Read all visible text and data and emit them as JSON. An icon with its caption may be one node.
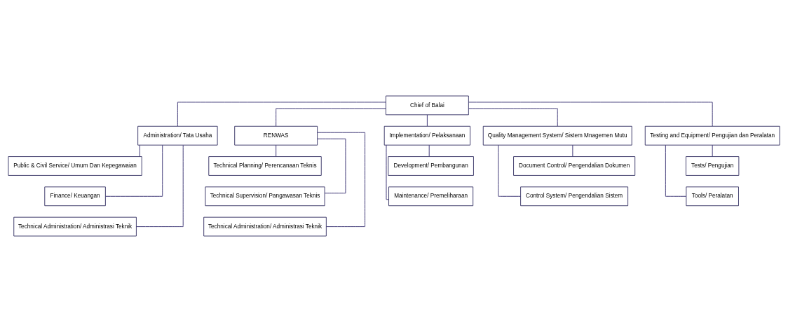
{
  "diagram": {
    "nodes": [
      {
        "text": [
          "Chief of Balai"
        ]
      },
      {
        "text": [
          "Administration/ Tata Usaha"
        ]
      },
      {
        "text": [
          "Public & Civil Service/ Umum Dan Kepegawaian"
        ]
      },
      {
        "text": [
          "Finance/ Keuangan"
        ]
      },
      {
        "text": [
          "Technical Administration/ Administrasi Teknik"
        ]
      },
      {
        "text": [
          "RENWAS"
        ]
      },
      {
        "text": [
          "Technical Planning/ Perencanaan Teknis"
        ]
      },
      {
        "text": [
          "Technical Supervision/ Pangawasan Teknis"
        ]
      },
      {
        "text": [
          "Technical Administration/ Administrasi Teknik"
        ]
      },
      {
        "text": [
          "Implementation/ Pelaksanaan"
        ]
      },
      {
        "text": [
          "Development/ Pembangunan"
        ]
      },
      {
        "text": [
          "Maintenance/ Premeliharaan"
        ]
      },
      {
        "text": [
          "Quality Management System/ Sistem Mnagemen Mutu"
        ]
      },
      {
        "text": [
          "Document Control/ Pengendalian Dokumen"
        ]
      },
      {
        "text": [
          "Control System/ Pengendalian Sistem"
        ]
      },
      {
        "text": [
          "Testing and Equipment/ Pengujian dan Peralatan"
        ]
      },
      {
        "text": [
          "Tests/ Pengujian"
        ]
      },
      {
        "text": [
          "Tools/ Peralatan"
        ]
      }
    ],
    "edges": [
      {
        "from": 0,
        "to": 1,
        "arrow": "none"
      },
      {
        "from": 1,
        "to": 2,
        "arrow": "none"
      },
      {
        "from": 1,
        "to": 3,
        "arrow": "none"
      },
      {
        "from": 1,
        "to": 4,
        "arrow": "none"
      },
      {
        "from": 0,
        "to": 5,
        "arrow": "none"
      },
      {
        "from": 0,
        "to": 9,
        "arrow": "none"
      },
      {
        "from": 0,
        "to": 12,
        "arrow": "none"
      },
      {
        "from": 0,
        "to": 15,
        "arrow": "none"
      },
      {
        "from": 5,
        "to": 6,
        "arrow": "none"
      },
      {
        "from": 5,
        "to": 7,
        "arrow": "none"
      },
      {
        "from": 5,
        "to": 8,
        "arrow": "none"
      },
      {
        "from": 9,
        "to": 10,
        "arrow": "none"
      },
      {
        "from": 9,
        "to": 11,
        "arrow": "none"
      },
      {
        "from": 12,
        "to": 13,
        "arrow": "none"
      },
      {
        "from": 12,
        "to": 14,
        "arrow": "none"
      },
      {
        "from": 15,
        "to": 16,
        "arrow": "none"
      },
      {
        "from": 15,
        "to": 17,
        "arrow": "none"
      }
    ]
  }
}
